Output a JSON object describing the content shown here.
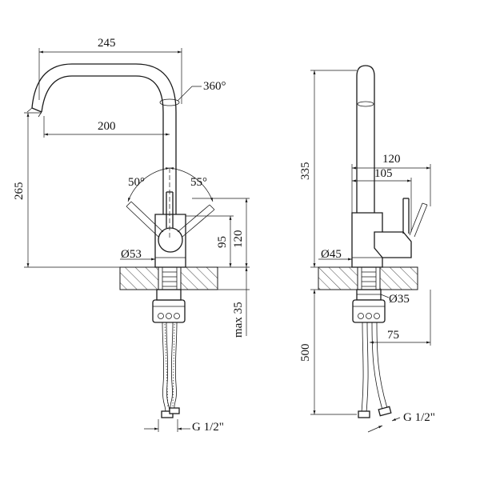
{
  "front_view": {
    "width_top": "245",
    "swivel": "360°",
    "spout_reach": "200",
    "height_spout": "265",
    "angle_left": "50°",
    "angle_right": "55°",
    "base_diameter": "Ø53",
    "handle_height": "95",
    "body_height": "120",
    "max_thickness": "max 35",
    "thread": "G 1/2\""
  },
  "side_view": {
    "total_height": "335",
    "handle_reach": "120",
    "body_reach": "105",
    "base_diameter": "Ø45",
    "shank_diameter": "Ø35",
    "hose_offset": "75",
    "hose_length": "500",
    "thread": "G 1/2\""
  }
}
